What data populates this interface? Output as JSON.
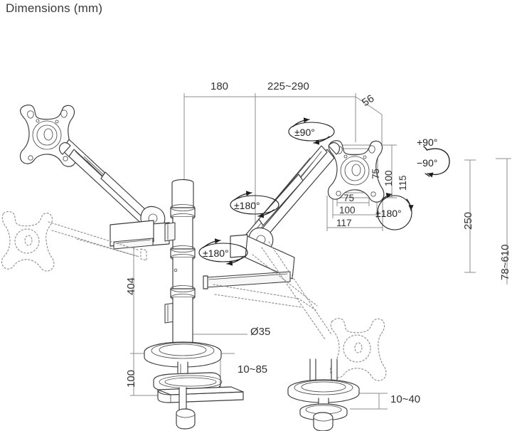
{
  "page": {
    "title": "Dimensions (mm)",
    "background_color": "#ffffff",
    "line_color": "#8a8a8a",
    "part_line_color": "#3a3a3a",
    "text_color": "#333333"
  },
  "drawing": {
    "description": "Technical dimension drawing of a dual-monitor desk mount with gas-spring arms on a center pole, shown with clamp mount and grommet mount options",
    "views": [
      {
        "name": "main-assembly",
        "label": "dual arm monitor mount on pole with desk clamp"
      },
      {
        "name": "grommet-mount-detail",
        "label": "grommet through-desk mount detail"
      }
    ]
  },
  "dimensions": {
    "top": [
      {
        "name": "arm-reach-inner",
        "value": "180"
      },
      {
        "name": "arm-reach-outer",
        "value": "225~290"
      },
      {
        "name": "vesa-offset",
        "value": "56"
      }
    ],
    "vesa_vertical": [
      {
        "name": "vesa-v-75",
        "value": "75"
      },
      {
        "name": "vesa-v-100",
        "value": "100"
      },
      {
        "name": "vesa-plate-height",
        "value": "115"
      }
    ],
    "vesa_horizontal": [
      {
        "name": "vesa-h-75",
        "value": "75"
      },
      {
        "name": "vesa-h-100",
        "value": "100"
      },
      {
        "name": "vesa-plate-width",
        "value": "117"
      }
    ],
    "right": [
      {
        "name": "arm-vertical-travel",
        "value": "250"
      },
      {
        "name": "monitor-height-range",
        "value": "78~610"
      }
    ],
    "left": [
      {
        "name": "pole-height",
        "value": "404"
      },
      {
        "name": "clamp-drop",
        "value": "100"
      }
    ],
    "center": [
      {
        "name": "pole-diameter",
        "value": "Ø35"
      }
    ],
    "mounts": [
      {
        "name": "clamp-thickness-range",
        "value": "10~85"
      },
      {
        "name": "grommet-thickness-range",
        "value": "10~40"
      }
    ]
  },
  "rotation_labels": [
    {
      "name": "tilt-range-top",
      "value": "±90°"
    },
    {
      "name": "arm-swivel-upper",
      "value": "±180°"
    },
    {
      "name": "arm-swivel-lower",
      "value": "±180°"
    },
    {
      "name": "vesa-rotation",
      "value": "±180°"
    },
    {
      "name": "tilt-up",
      "value": "+90°"
    },
    {
      "name": "tilt-down",
      "value": "−90°"
    }
  ]
}
